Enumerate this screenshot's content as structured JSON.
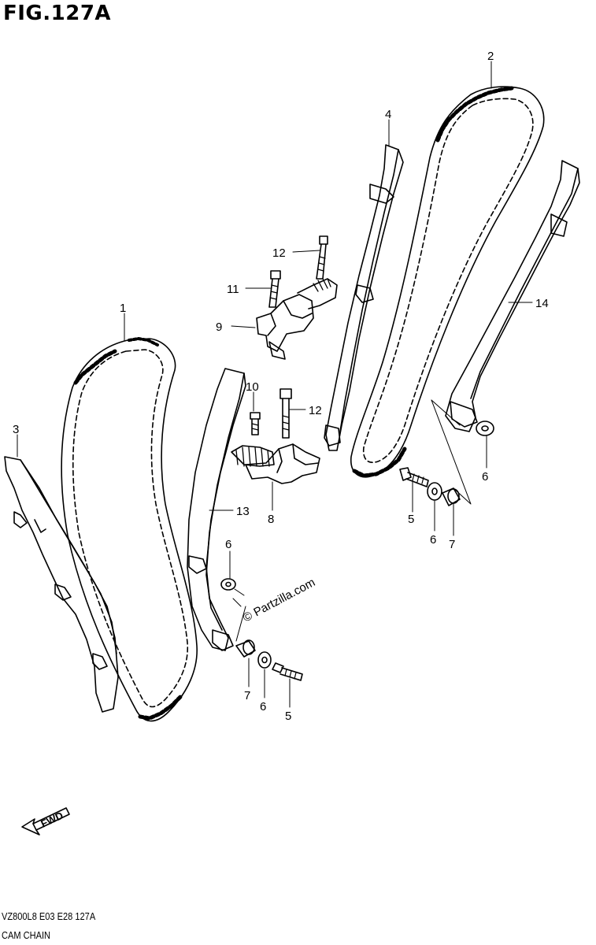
{
  "figure": {
    "title": "FIG.127A",
    "model_code": "VZ800L8 E03 E28 127A",
    "caption": "CAM CHAIN",
    "watermark": "© Partzilla.com",
    "fwd_label": "FWD"
  },
  "callouts": [
    {
      "id": "c1",
      "label": "1"
    },
    {
      "id": "c2",
      "label": "2"
    },
    {
      "id": "c3",
      "label": "3"
    },
    {
      "id": "c4",
      "label": "4"
    },
    {
      "id": "c5a",
      "label": "5"
    },
    {
      "id": "c5b",
      "label": "5"
    },
    {
      "id": "c6a",
      "label": "6"
    },
    {
      "id": "c6b",
      "label": "6"
    },
    {
      "id": "c6c",
      "label": "6"
    },
    {
      "id": "c6d",
      "label": "6"
    },
    {
      "id": "c7a",
      "label": "7"
    },
    {
      "id": "c7b",
      "label": "7"
    },
    {
      "id": "c8",
      "label": "8"
    },
    {
      "id": "c9",
      "label": "9"
    },
    {
      "id": "c10",
      "label": "10"
    },
    {
      "id": "c11",
      "label": "11"
    },
    {
      "id": "c12a",
      "label": "12"
    },
    {
      "id": "c12b",
      "label": "12"
    },
    {
      "id": "c13",
      "label": "13"
    },
    {
      "id": "c14",
      "label": "14"
    }
  ]
}
